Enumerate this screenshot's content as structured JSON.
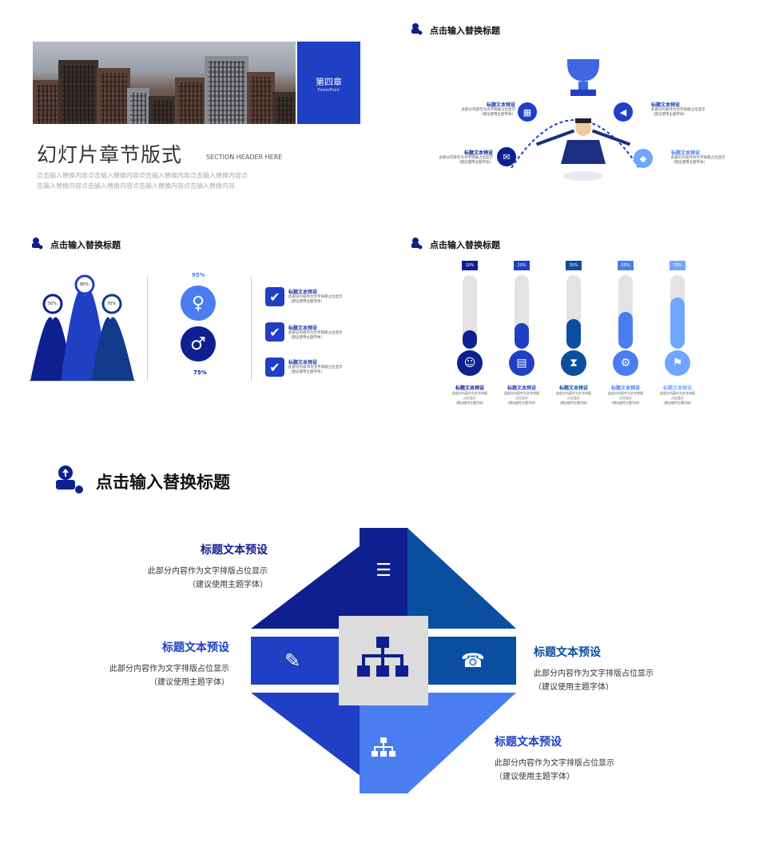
{
  "slide1": {
    "chapter": "第四章",
    "chapter_sub": "PowerPoint",
    "title": "幻灯片章节版式",
    "subtitle": "SECTION HEADER HERE",
    "body_line1": "点击输入替换内容点击输入替换内容点击输入替换内容点击输入替换内容点",
    "body_line2": "击输入替换内容点击输入替换内容点击输入替换内容点击输入替换内容"
  },
  "slide2": {
    "header": "点击输入替换标题",
    "items": [
      {
        "title": "标题文本预设",
        "l1": "此部分内容作为文字排版占位显示",
        "l2": "（建议使用主题字体）"
      },
      {
        "title": "标题文本预设",
        "l1": "此部分内容作为文字排版占位显示",
        "l2": "（建议使用主题字体）"
      },
      {
        "title": "标题文本预设",
        "l1": "此部分内容作为文字排版占位显示",
        "l2": "（建议使用主题字体）"
      },
      {
        "title": "标题文本预设",
        "l1": "此部分内容作为文字排版占位显示",
        "l2": "（建议使用主题字体）"
      }
    ]
  },
  "slide3": {
    "header": "点击输入替换标题",
    "peaks": [
      "50%",
      "80%",
      "70%"
    ],
    "female_pct": "95%",
    "male_pct": "75%",
    "items": [
      {
        "title": "标题文本预设",
        "l1": "此部分内容作为文字排版占位显示",
        "l2": "（建议使用主题字体）"
      },
      {
        "title": "标题文本预设",
        "l1": "此部分内容作为文字排版占位显示",
        "l2": "（建议使用主题字体）"
      },
      {
        "title": "标题文本预设",
        "l1": "此部分内容作为文字排版占位显示",
        "l2": "（建议使用主题字体）"
      }
    ]
  },
  "slide4": {
    "header": "点击输入替换标题",
    "bars": [
      {
        "pct": "10%",
        "title": "标题文本预设",
        "l1": "此部分内容作为文字排版",
        "l2": "占位显示",
        "l3": "（建议使用主题字体）"
      },
      {
        "pct": "20%",
        "title": "标题文本预设",
        "l1": "此部分内容作为文字排版",
        "l2": "占位显示",
        "l3": "（建议使用主题字体）"
      },
      {
        "pct": "30%",
        "title": "标题文本预设",
        "l1": "此部分内容作为文字排版",
        "l2": "占位显示",
        "l3": "（建议使用主题字体）"
      },
      {
        "pct": "50%",
        "title": "标题文本预设",
        "l1": "此部分内容作为文字排版",
        "l2": "占位显示",
        "l3": "（建议使用主题字体）"
      },
      {
        "pct": "70%",
        "title": "标题文本预设",
        "l1": "此部分内容作为文字排版",
        "l2": "占位显示",
        "l3": "（建议使用主题字体）"
      }
    ],
    "fill_levels": [
      0.25,
      0.35,
      0.4,
      0.5,
      0.7
    ]
  },
  "slide5": {
    "header": "点击输入替换标题",
    "items": [
      {
        "title": "标题文本预设",
        "l1": "此部分内容作为文字排版占位显示",
        "l2": "（建议使用主题字体）"
      },
      {
        "title": "标题文本预设",
        "l1": "此部分内容作为文字排版占位显示",
        "l2": "（建议使用主题字体）"
      },
      {
        "title": "标题文本预设",
        "l1": "此部分内容作为文字排版占位显示",
        "l2": "（建议使用主题字体）"
      },
      {
        "title": "标题文本预设",
        "l1": "此部分内容作为文字排版占位显示",
        "l2": "（建议使用主题字体）"
      }
    ]
  },
  "colors": {
    "navy": "#0e1f8f",
    "royal": "#1f3fc4",
    "mid": "#0a4ea0",
    "sky": "#4a7ef0",
    "light": "#6fa6ff",
    "gray": "#dcdcdc"
  }
}
